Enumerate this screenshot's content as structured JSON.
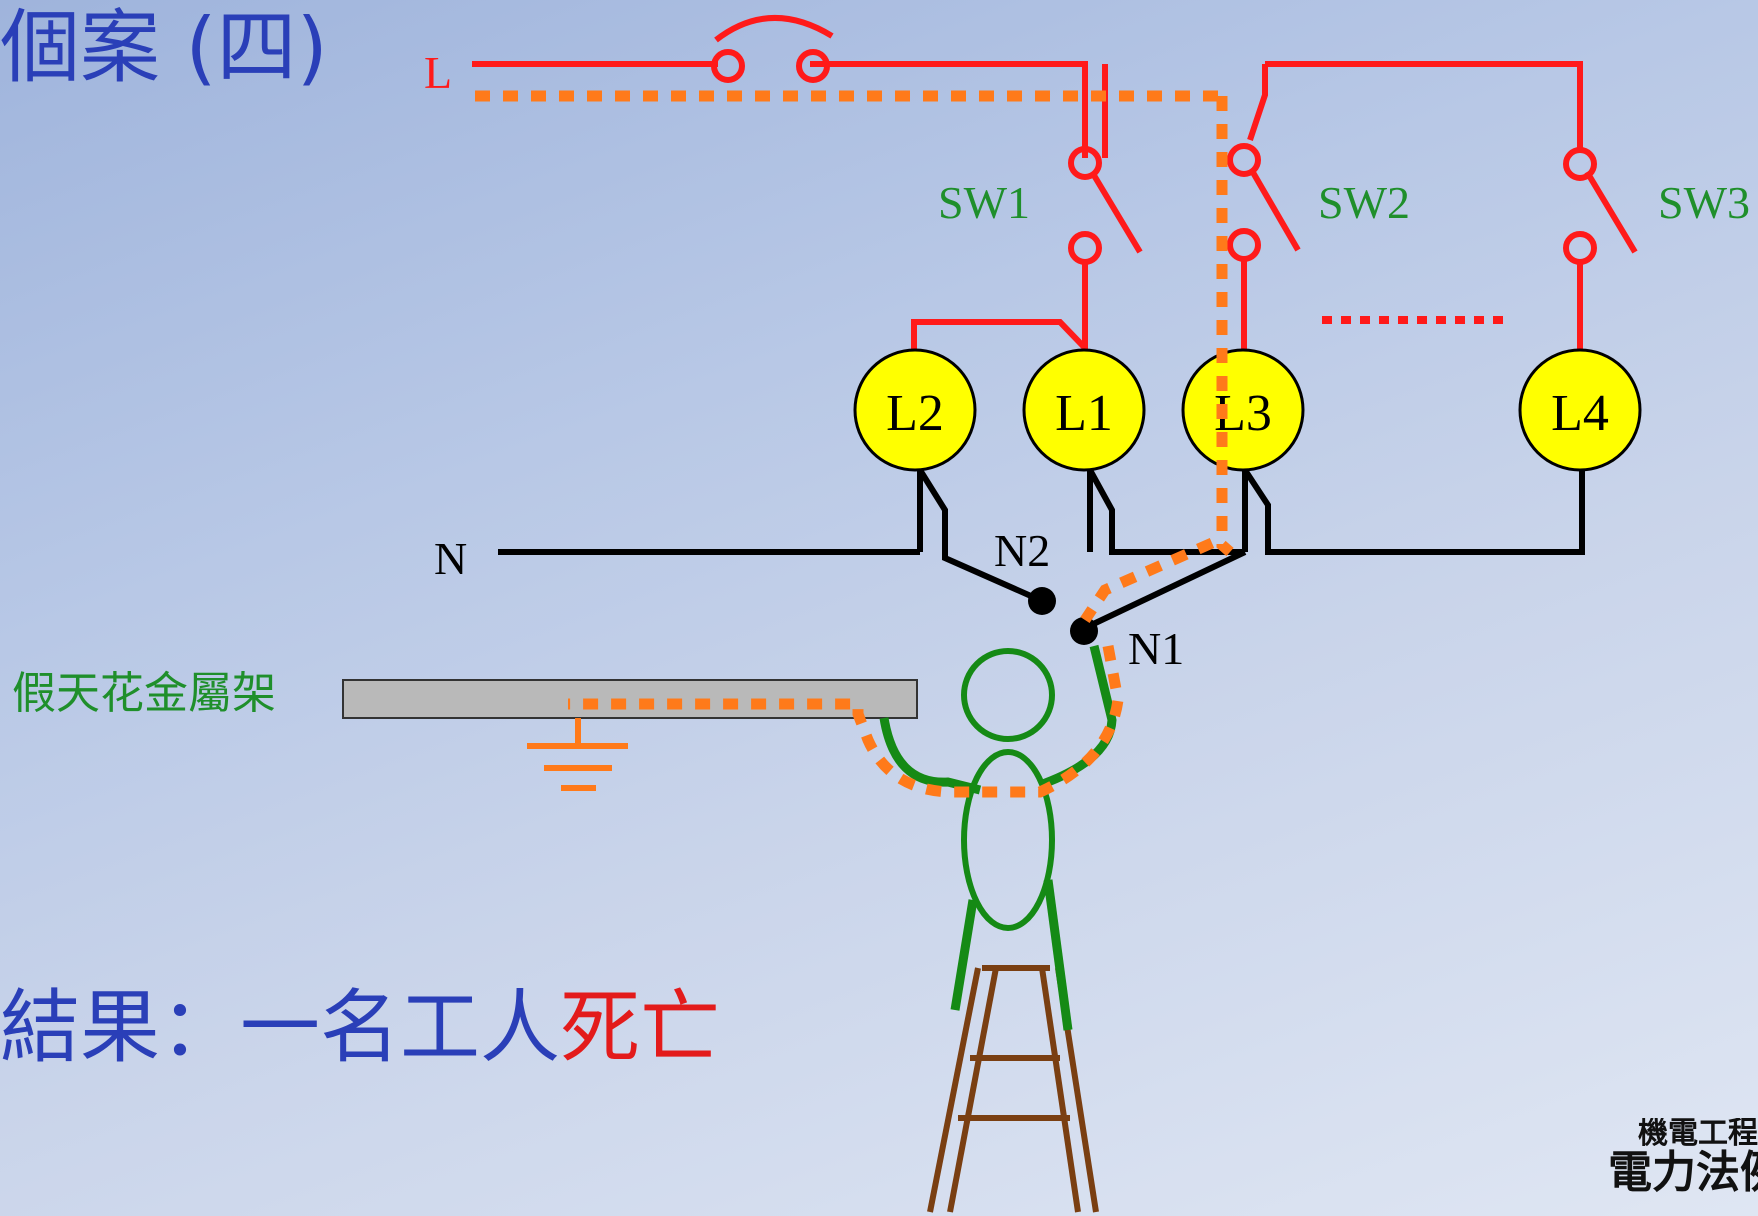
{
  "title": "個案 (四)",
  "result": {
    "prefix": "結果：一名工人",
    "emphasis": "死亡"
  },
  "ceiling_label": "假天花金屬架",
  "labels": {
    "live": "L",
    "neutral": "N",
    "n1": "N1",
    "n2": "N2",
    "sw1": "SW1",
    "sw2": "SW2",
    "sw3": "SW3",
    "lamp_l1": "L1",
    "lamp_l2": "L2",
    "lamp_l3": "L3",
    "lamp_l4": "L4"
  },
  "footer": {
    "line1": "機電工程",
    "line2": "電力法例"
  },
  "colors": {
    "live_wire": "#ff1a1a",
    "neutral_wire": "#000000",
    "current_path": "#ff7a1a",
    "person": "#158a15",
    "lamp_fill": "#ffff00",
    "ladder": "#7a3f12",
    "title": "#2a3fb8",
    "danger_text": "#e31b1b",
    "label_green": "#1f8f2b"
  }
}
